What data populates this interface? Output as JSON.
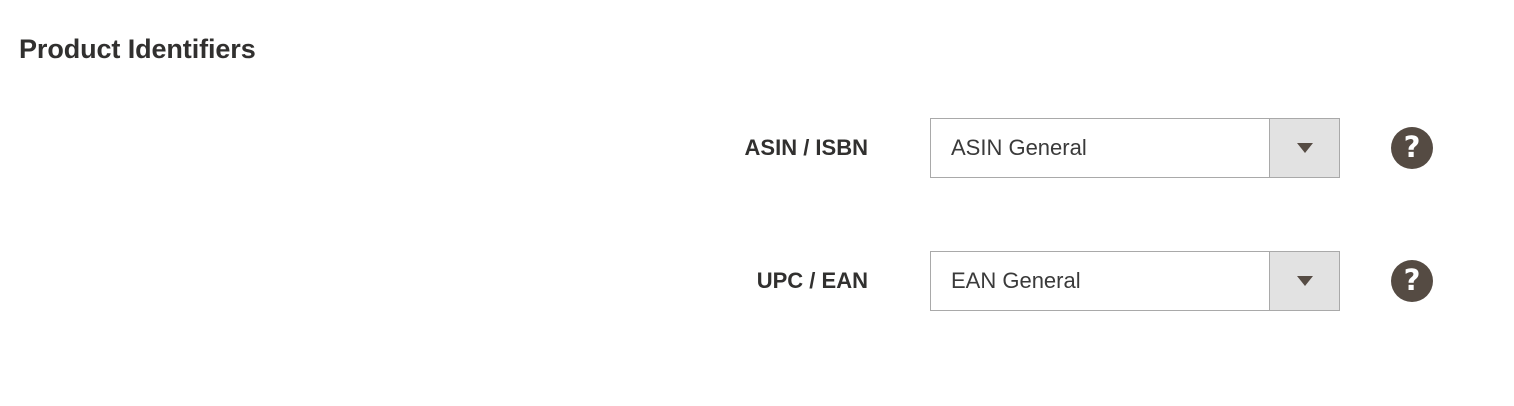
{
  "section": {
    "title": "Product Identifiers"
  },
  "fields": [
    {
      "label": "ASIN / ISBN",
      "select": {
        "value": "ASIN General",
        "placeholder": "ASIN General",
        "arrow_icon": "chevron-down-icon"
      },
      "help": {
        "icon": "help-circle-icon",
        "glyph": "?"
      }
    },
    {
      "label": "UPC / EAN",
      "select": {
        "value": "EAN General",
        "placeholder": "EAN General",
        "arrow_icon": "chevron-down-icon"
      },
      "help": {
        "icon": "help-circle-icon",
        "glyph": "?"
      }
    }
  ],
  "colors": {
    "background": "#ffffff",
    "text": "#31302f",
    "value_text": "#3a3a3a",
    "border": "#a9a9a9",
    "arrow_button_bg": "#e2e2e2",
    "caret": "#564c44",
    "help_icon_bg": "#554b43",
    "help_icon_fg": "#ffffff"
  }
}
